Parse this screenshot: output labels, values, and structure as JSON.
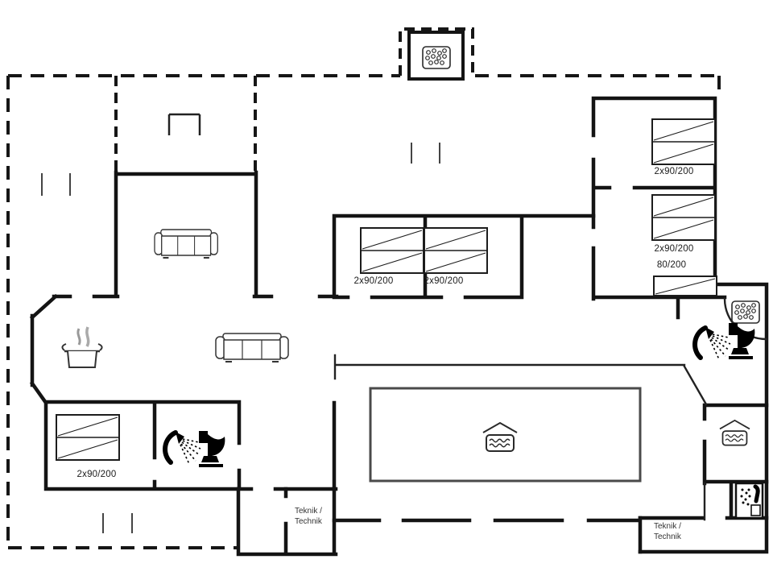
{
  "floorplan": {
    "type": "holiday-house-floor-plan",
    "background": "#ffffff",
    "wall_color": "#141414",
    "pool_outline_color": "#4a4a4a",
    "bed_labels": [
      {
        "id": "bed-mid-left",
        "text": "2x90/200"
      },
      {
        "id": "bed-mid-right",
        "text": "2x90/200"
      },
      {
        "id": "bed-right-top",
        "text": "2x90/200"
      },
      {
        "id": "bed-right-mid",
        "text": "2x90/200"
      },
      {
        "id": "bed-right-single",
        "text": "80/200"
      },
      {
        "id": "bed-bottom-left",
        "text": "2x90/200"
      }
    ],
    "room_labels": [
      {
        "id": "teknik-left",
        "lines": [
          "Teknik /",
          "Technik"
        ]
      },
      {
        "id": "teknik-right",
        "lines": [
          "Teknik /",
          "Technik"
        ]
      }
    ],
    "icons": [
      {
        "name": "hot-tub-icon",
        "location": "terrace-top"
      },
      {
        "name": "hot-tub-icon",
        "location": "bathroom-top-right-corner"
      },
      {
        "name": "shower-icon",
        "location": "bathroom-top-right"
      },
      {
        "name": "toilet-icon",
        "location": "bathroom-top-right"
      },
      {
        "name": "shower-icon",
        "location": "bathroom-bottom-left"
      },
      {
        "name": "toilet-icon",
        "location": "bathroom-bottom-left"
      },
      {
        "name": "swimming-pool-icon",
        "location": "pool-hall"
      },
      {
        "name": "swimming-pool-icon",
        "location": "spa-room-right"
      },
      {
        "name": "shower-cabin-icon",
        "location": "bottom-right-room"
      },
      {
        "name": "sofa-icon",
        "location": "living-room-north"
      },
      {
        "name": "sofa-icon",
        "location": "living-room"
      },
      {
        "name": "cooking-pot-icon",
        "location": "kitchen"
      },
      {
        "name": "bench-icon",
        "location": "terrace-north"
      }
    ]
  }
}
